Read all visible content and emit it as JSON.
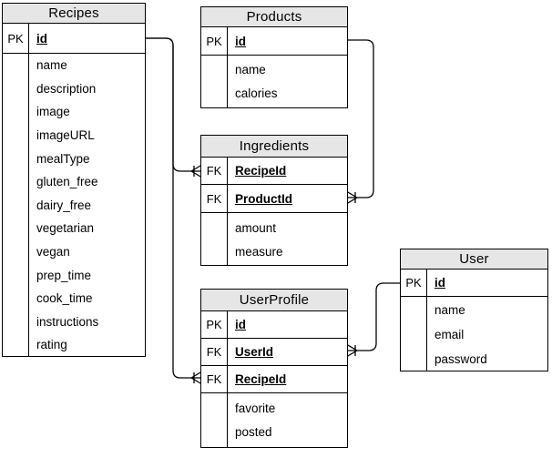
{
  "diagram": {
    "type": "entity-relationship",
    "notation": "crow-foot",
    "colors": {
      "header_fill": "#e6e6e6",
      "border": "#000000",
      "line": "#000000",
      "background": "#ffffff"
    }
  },
  "entities": {
    "recipes": {
      "title": "Recipes",
      "keys": [
        {
          "tag": "PK",
          "field": "id"
        }
      ],
      "attributes": [
        "name",
        "description",
        "image",
        "imageURL",
        "mealType",
        "gluten_free",
        "dairy_free",
        "vegetarian",
        "vegan",
        "prep_time",
        "cook_time",
        "instructions",
        "rating"
      ]
    },
    "products": {
      "title": "Products",
      "keys": [
        {
          "tag": "PK",
          "field": "id"
        }
      ],
      "attributes": [
        "name",
        "calories"
      ]
    },
    "ingredients": {
      "title": "Ingredients",
      "keys": [
        {
          "tag": "FK",
          "field": "RecipeId"
        },
        {
          "tag": "FK",
          "field": "ProductId"
        }
      ],
      "attributes": [
        "amount",
        "measure"
      ]
    },
    "userprofile": {
      "title": "UserProfile",
      "keys": [
        {
          "tag": "PK",
          "field": "id"
        },
        {
          "tag": "FK",
          "field": "UserId"
        },
        {
          "tag": "FK",
          "field": "RecipeId"
        }
      ],
      "attributes": [
        "favorite",
        "posted"
      ]
    },
    "user": {
      "title": "User",
      "keys": [
        {
          "tag": "PK",
          "field": "id"
        }
      ],
      "attributes": [
        "name",
        "email",
        "password"
      ]
    }
  },
  "relationships": [
    {
      "from": "Recipes.id",
      "to": "Ingredients.RecipeId",
      "many_side": "Ingredients.RecipeId"
    },
    {
      "from": "Recipes.id",
      "to": "UserProfile.RecipeId",
      "many_side": "UserProfile.RecipeId"
    },
    {
      "from": "Products.id",
      "to": "Ingredients.ProductId",
      "many_side": "Ingredients.ProductId"
    },
    {
      "from": "User.id",
      "to": "UserProfile.UserId",
      "many_side": "UserProfile.UserId"
    }
  ]
}
